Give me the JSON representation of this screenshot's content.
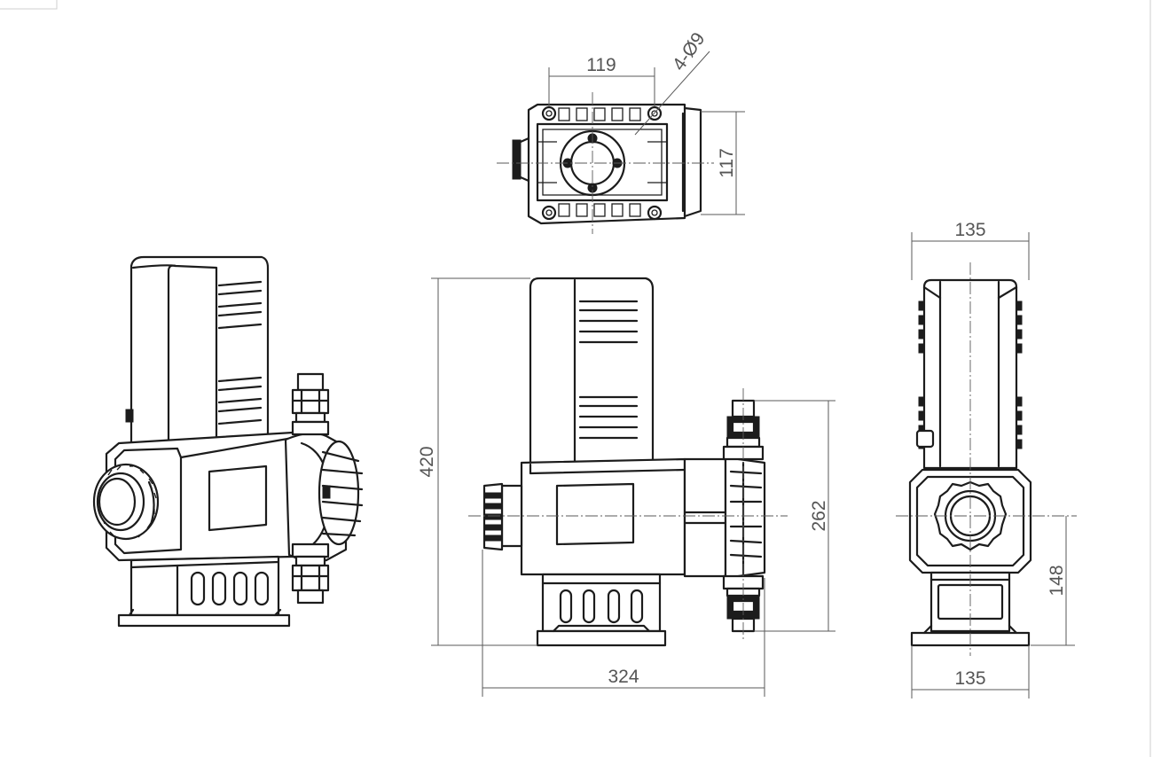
{
  "dimensions": {
    "top_width": "119",
    "top_holes": "4-Ø9",
    "top_height": "117",
    "front_height": "420",
    "front_width": "324",
    "front_head_height": "262",
    "side_width_top": "135",
    "side_width_bottom": "135",
    "side_axis_height": "148"
  },
  "colors": {
    "line": "#1c1c1c",
    "dimension": "#555555",
    "background": "#ffffff"
  }
}
